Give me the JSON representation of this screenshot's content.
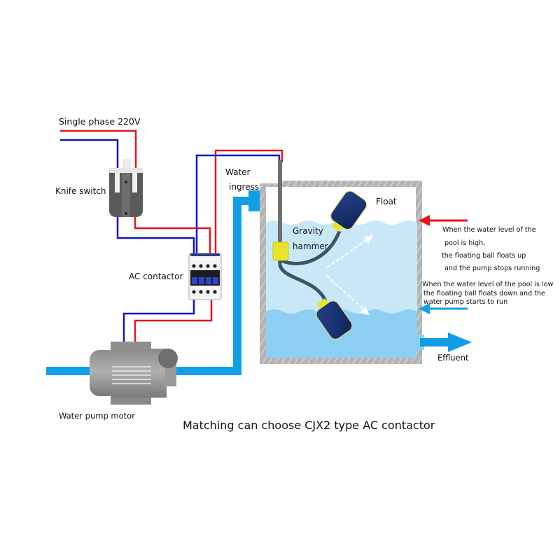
{
  "labels": {
    "power_source": "Single phase 220V",
    "knife_switch": "Knife switch",
    "ac_contactor": "AC contactor",
    "water_ingress_line1": "Water",
    "water_ingress_line2": "ingress",
    "float": "Float",
    "gravity_hammer_line1": "Gravity",
    "gravity_hammer_line2": "hammer",
    "effluent": "Effluent",
    "water_pump_motor": "Water pump motor"
  },
  "notes": {
    "high_level": [
      "When the water level of the",
      "pool is high,",
      "the floating ball floats up",
      "and the pump stops running"
    ],
    "low_level": [
      "When the water level of the pool is low",
      "the floating ball floats down and the",
      "water pump starts to run"
    ]
  },
  "caption": "Matching can choose CJX2 type AC contactor",
  "colors": {
    "live_wire": "#e8141c",
    "neutral_wire": "#1414c8",
    "water_pipe": "#129ee6",
    "tank_wall": "#a9a9a9",
    "water_upper": "#c8e8f8",
    "water_lower": "#8ccff2",
    "float_body": "#16306e",
    "float_collar": "#e7e52a"
  }
}
